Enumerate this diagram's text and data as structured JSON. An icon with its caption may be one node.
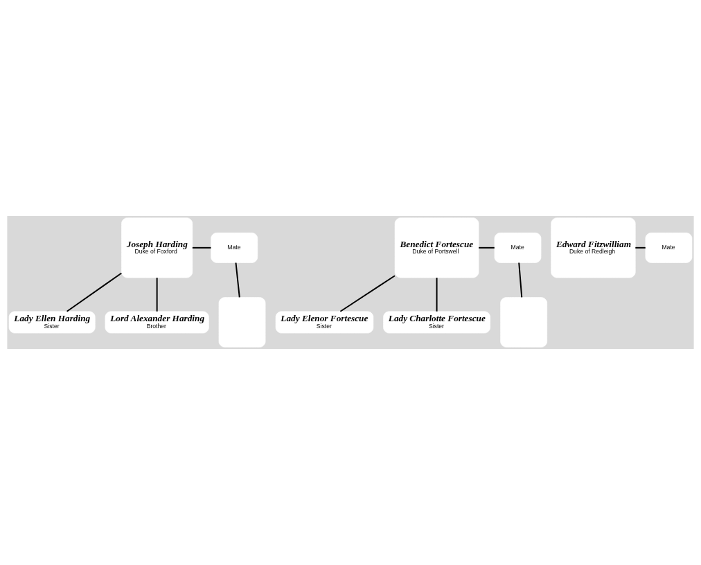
{
  "diagram": {
    "nodes": [
      {
        "text": [
          "Mate"
        ]
      },
      {
        "text": [
          "Joseph Harding",
          "Duke of Foxford"
        ]
      },
      {
        "text": [],
        "shape": "box"
      },
      {
        "text": [
          "Lady Ellen Harding",
          "Sister"
        ]
      },
      {
        "text": [
          "Lord Alexander Harding",
          "Brother"
        ]
      },
      {
        "text": [
          "Benedict Fortescue",
          "Duke of Portswell"
        ]
      },
      {
        "text": [
          "Mate"
        ]
      },
      {
        "text": [],
        "shape": "box"
      },
      {
        "text": [
          "Lady Elenor Fortescue",
          "Sister"
        ]
      },
      {
        "text": [
          "Lady Charlotte Fortescue",
          "Sister"
        ]
      },
      {
        "text": [
          "Edward Fitzwilliam",
          "Duke of Redleigh"
        ]
      },
      {
        "text": [
          "Mate"
        ]
      }
    ],
    "edges": [
      {
        "from": 1,
        "to": 0,
        "arrow": "none"
      },
      {
        "from": 0,
        "to": 2,
        "arrow": "none"
      },
      {
        "from": 1,
        "to": 3,
        "arrow": "none"
      },
      {
        "from": 1,
        "to": 4,
        "arrow": "none"
      },
      {
        "from": 5,
        "to": 6,
        "arrow": "none"
      },
      {
        "from": 6,
        "to": 7,
        "arrow": "none"
      },
      {
        "from": 5,
        "to": 8,
        "arrow": "none"
      },
      {
        "from": 5,
        "to": 9,
        "arrow": "none"
      },
      {
        "from": 10,
        "to": 11,
        "arrow": "none"
      }
    ]
  }
}
